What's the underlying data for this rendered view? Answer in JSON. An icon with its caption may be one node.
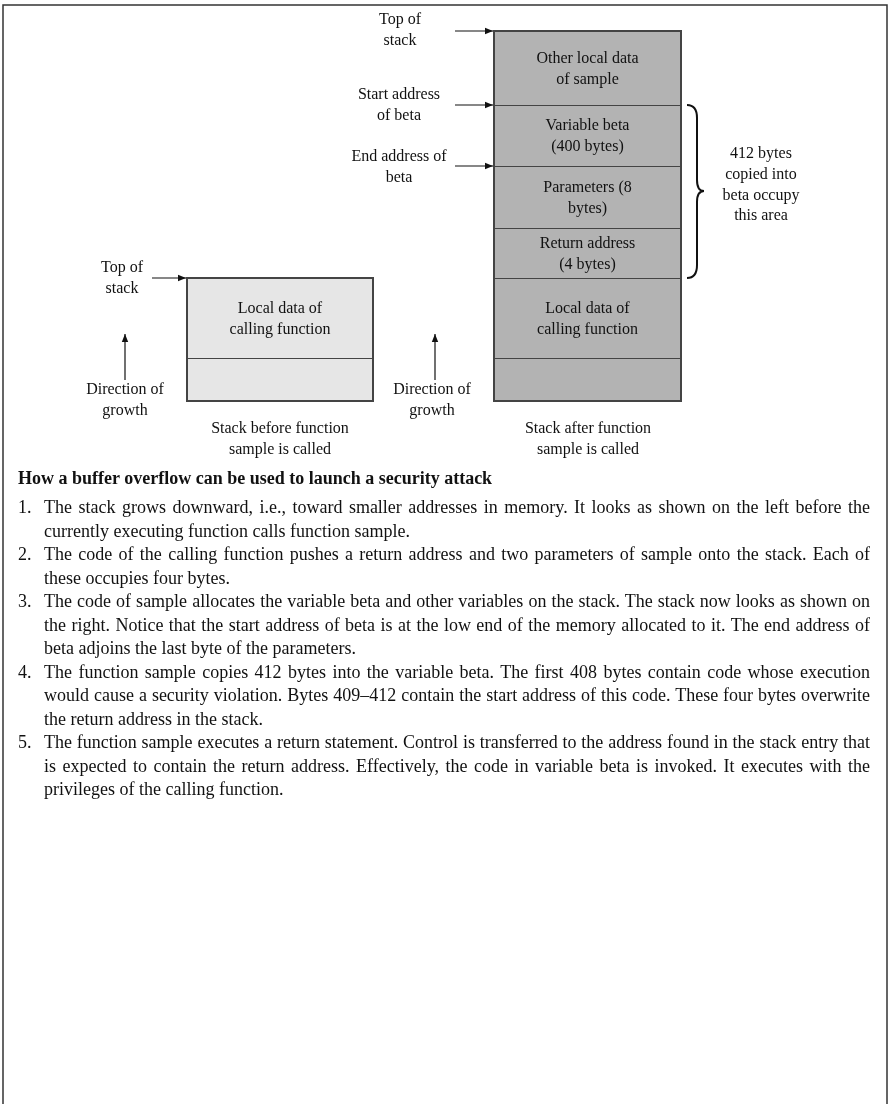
{
  "diagram": {
    "title": "How a buffer overflow can be used to launch a security attack",
    "nodes": [
      {
        "text": [
          "Top of stack"
        ]
      },
      {
        "text": [
          "Start address of beta"
        ]
      },
      {
        "text": [
          "End address of beta"
        ]
      },
      {
        "text": [],
        "shape": "box",
        "beside": [
          "Stack after function sample is called"
        ]
      },
      {
        "text": [
          "Other local data of sample"
        ],
        "in": 3
      },
      {
        "text": [
          "Variable beta (400 bytes)"
        ],
        "in": 3
      },
      {
        "text": [
          "Parameters (8 bytes)"
        ],
        "in": 3
      },
      {
        "text": [
          "Return address (4 bytes)"
        ],
        "in": 3
      },
      {
        "text": [
          "Local data of calling function"
        ],
        "in": 3
      },
      {
        "text": [],
        "shape": "box",
        "in": 3
      },
      {
        "text": [
          "Top of stack"
        ]
      },
      {
        "text": [],
        "shape": "box",
        "beside": [
          "Stack before function sample is called"
        ]
      },
      {
        "text": [
          "Local data of calling function"
        ],
        "in": 11
      },
      {
        "text": [],
        "shape": "box",
        "in": 11
      }
    ],
    "edges": [
      {
        "from": 0,
        "to": 4,
        "arrow": "to"
      },
      {
        "from": 1,
        "to": 5,
        "arrow": "to"
      },
      {
        "from": 2,
        "to": 6,
        "arrow": "to"
      },
      {
        "from": 10,
        "to": 12,
        "arrow": "to"
      }
    ],
    "labels": [
      "Direction of growth",
      "Direction of growth",
      "412 bytes copied into beta occupy this area",
      "1.",
      "The stack grows downward, i.e., toward smaller addresses in memory. It looks as shown on the left before the currently executing function calls function sample.",
      "2.",
      "The code of the calling function pushes a return address and two parameters of sample onto the stack. Each of these occupies four bytes.",
      "3.",
      "The code of sample allocates the variable beta and other variables on the stack. The stack now looks as shown on the right. Notice that the start address of beta is at the low end of the memory allocated to it. The end address of beta adjoins the last byte of the parameters.",
      "4.",
      "The function sample copies 412 bytes into the variable beta. The first 408 bytes contain code whose execution would cause a security violation. Bytes 409–412 contain the start address of this code. These four bytes overwrite the return address in the stack.",
      "5.",
      "The function sample executes a return statement. Control is transferred to the address found in the stack entry that is expected to contain the return address. Effectively, the code in variable beta is invoked. It executes with the privileges of the calling function."
    ]
  }
}
